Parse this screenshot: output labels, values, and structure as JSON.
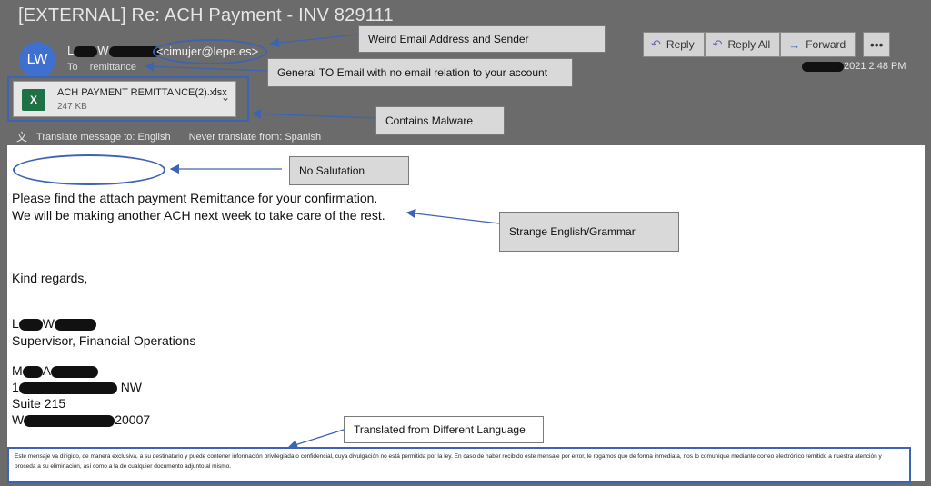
{
  "window": {
    "title": "[EXTERNAL] Re: ACH Payment - INV 829111"
  },
  "header": {
    "avatar_initials": "LW",
    "sender_first_initial": "L",
    "sender_last_initial": "W",
    "sender_email": "<cimujer@lepe.es>",
    "to_label": "To",
    "to_value": "remittance",
    "timestamp": "2021 2:48 PM"
  },
  "toolbar": {
    "reply_label": "Reply",
    "reply_all_label": "Reply All",
    "forward_label": "Forward",
    "more_label": "•••"
  },
  "attachment": {
    "name": "ACH PAYMENT REMITTANCE(2).xlsx",
    "size": "247 KB",
    "icon_letter": "X"
  },
  "translate_bar": {
    "translate_label": "Translate message to: English",
    "never_label": "Never translate from: Spanish"
  },
  "message": {
    "line1": "Please find the attach payment Remittance for your confirmation.",
    "line2": "We will be making another ACH next week to take care of the rest.",
    "closing": "Kind regards,",
    "sig_name_first": "L",
    "sig_name_last": "W",
    "sig_title": "Supervisor, Financial Operations",
    "addr1_start": "M",
    "addr1_mid": "A",
    "addr2_start": "1",
    "addr2_end": "NW",
    "addr3": "Suite 215",
    "addr4_start": "W",
    "addr4_end": "20007",
    "disclaimer": "Este mensaje va dirigido, de manera exclusiva, a su destinatario y puede contener información privilegiada o confidencial, cuya divulgación no está permitida por la ley. En caso de haber recibido este mensaje por error, le rogamos que de forma inmediata, nos lo comunique mediante correo electrónico remitido a nuestra atención y proceda a su eliminación, así como a la de cualquier documento adjunto al mismo."
  },
  "annotations": {
    "weird_sender": "Weird Email Address and Sender",
    "general_to": "General TO Email with no email relation to your account",
    "malware": "Contains Malware",
    "no_salutation": "No Salutation",
    "grammar": "Strange English/Grammar",
    "translated": "Translated from Different Language"
  },
  "colors": {
    "annotation_blue": "#3d63b5",
    "avatar_bg": "#3f6fcf",
    "excel_green": "#1e7145"
  }
}
